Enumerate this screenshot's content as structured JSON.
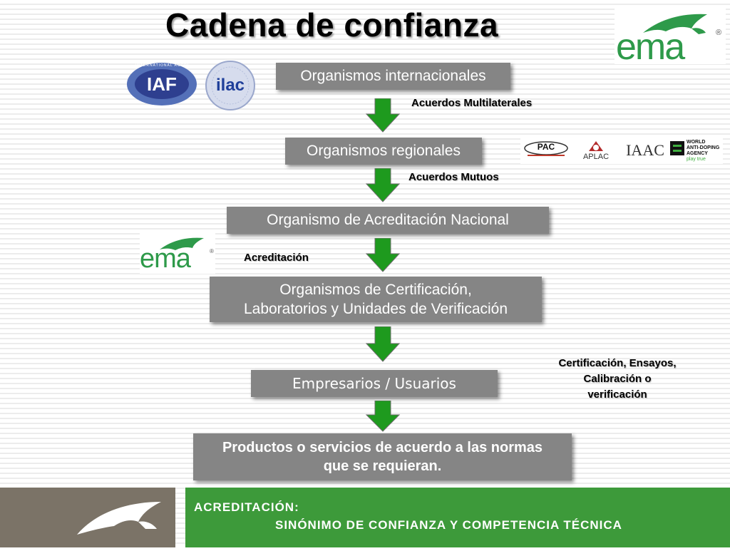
{
  "title": "Cadena de confianza",
  "logos": {
    "ema": "ema",
    "ema_registered": "®",
    "iaf": "IAF",
    "iaf_ring": "INTERNATIONAL ACCREDITATION FORUM",
    "ilac": "ilac",
    "pac": "PAC",
    "aplac": "APLAC",
    "iaac": "IAAC",
    "wada_line1": "WORLD",
    "wada_line2": "ANTI-DOPING",
    "wada_line3": "AGENCY",
    "wada_tagline": "play true"
  },
  "boxes": {
    "internacionales": "Organismos internacionales",
    "regionales": "Organismos regionales",
    "nacional": "Organismo de Acreditación Nacional",
    "certificacion_line1": "Organismos de Certificación,",
    "certificacion_line2": "Laboratorios y Unidades de Verificación",
    "empresarios": "Empresarios / Usuarios",
    "productos_line1": "Productos o servicios de acuerdo a las normas",
    "productos_line2": "que  se requieran."
  },
  "notes": {
    "multilaterales": "Acuerdos Multilaterales",
    "mutuos": "Acuerdos Mutuos",
    "acreditacion": "Acreditación",
    "certificacion_line1": "Certificación, Ensayos,",
    "certificacion_line2": "Calibración o",
    "certificacion_line3": "verificación"
  },
  "footer": {
    "line1": "ACREDITACIÓN:",
    "line2": "SINÓNIMO DE CONFIANZA Y COMPETENCIA TÉCNICA"
  },
  "colors": {
    "box": "#858585",
    "arrow": "#1e9a1e",
    "ema_green": "#2e9a4a",
    "footer_green": "#3d9a3a",
    "footer_gray": "#7b7367"
  }
}
